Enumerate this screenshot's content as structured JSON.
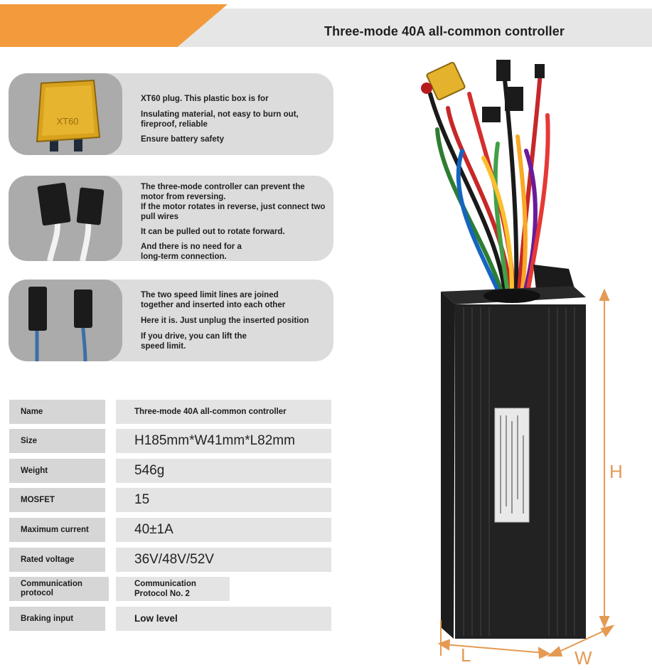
{
  "header": {
    "title": "Three-mode 40A all-common controller"
  },
  "features": [
    {
      "lines": [
        "XT60 plug. This plastic box is for",
        "Insulating material, not easy to burn out, fireproof, reliable",
        "Ensure battery safety"
      ],
      "plug_text": "XT60"
    },
    {
      "lines": [
        "The three-mode controller can prevent the motor from reversing.",
        "If the motor rotates in reverse, just connect two pull wires",
        "It can be pulled out to rotate forward.",
        "And there is no need for a long-term connection."
      ]
    },
    {
      "lines": [
        "The two speed limit lines are joined together and inserted into each other",
        "Here it is. Just unplug the inserted position",
        "If you drive, you can lift the speed limit."
      ]
    }
  ],
  "specs": [
    {
      "label": "Name",
      "value": "Three-mode 40A all-common controller"
    },
    {
      "label": "Size",
      "value": "H185mm*W41mm*L82mm"
    },
    {
      "label": "Weight",
      "value": "546g"
    },
    {
      "label": "MOSFET",
      "value": "15"
    },
    {
      "label": "Maximum current",
      "value": "40±1A"
    },
    {
      "label": "Rated voltage",
      "value": "36V/48V/52V"
    },
    {
      "label": "Communication protocol",
      "value": "Communication Protocol No. 2"
    },
    {
      "label": "Braking input",
      "value": "Low level"
    }
  ],
  "dimensions": {
    "h": "H",
    "l": "L",
    "w": "W"
  },
  "colors": {
    "accent": "#f39b3c",
    "dimension": "#e49a53",
    "card": "#dcdcdc"
  }
}
